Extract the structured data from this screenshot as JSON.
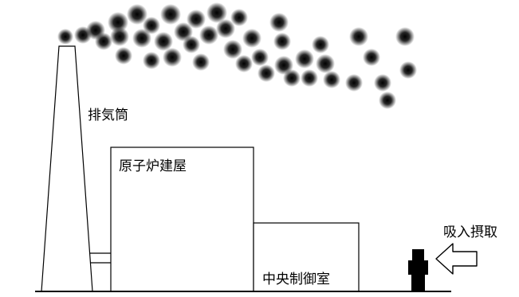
{
  "labels": {
    "stack": "排気筒",
    "reactor_building": "原子炉建屋",
    "control_room": "中央制御室",
    "inhalation": "吸入摂取"
  },
  "colors": {
    "line": "#000000",
    "smoke": "#000000",
    "person": "#000000",
    "background": "#ffffff"
  },
  "icons": {
    "person": "person-silhouette-icon",
    "arrow": "left-arrow-icon"
  }
}
